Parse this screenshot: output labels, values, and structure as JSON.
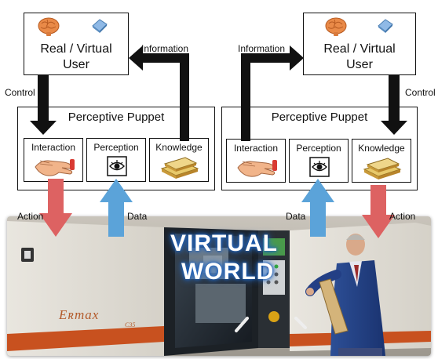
{
  "left_user": {
    "line1": "Real / Virtual",
    "line2": "User"
  },
  "right_user": {
    "line1": "Real / Virtual",
    "line2": "User"
  },
  "left_puppet": {
    "title": "Perceptive Puppet",
    "interaction": "Interaction",
    "perception": "Perception",
    "knowledge": "Knowledge"
  },
  "right_puppet": {
    "title": "Perceptive Puppet",
    "interaction": "Interaction",
    "perception": "Perception",
    "knowledge": "Knowledge"
  },
  "labels": {
    "information_left": "Information",
    "information_right": "Information",
    "control_left": "Control",
    "control_right": "Control",
    "action_left": "Action",
    "action_right": "Action",
    "data_left": "Data",
    "data_right": "Data"
  },
  "scene": {
    "world_line1": "VIRTUAL",
    "world_line2": "WORLD",
    "brand": "Eʀmax",
    "brand_sub": "C35"
  },
  "colors": {
    "action_arrow": "#dd6262",
    "data_arrow": "#5ba3d9",
    "flow_arrow": "#111111"
  },
  "icons": [
    "brain-icon",
    "blue-cube-icon",
    "hand-icon",
    "eye-icon",
    "book-icon"
  ]
}
